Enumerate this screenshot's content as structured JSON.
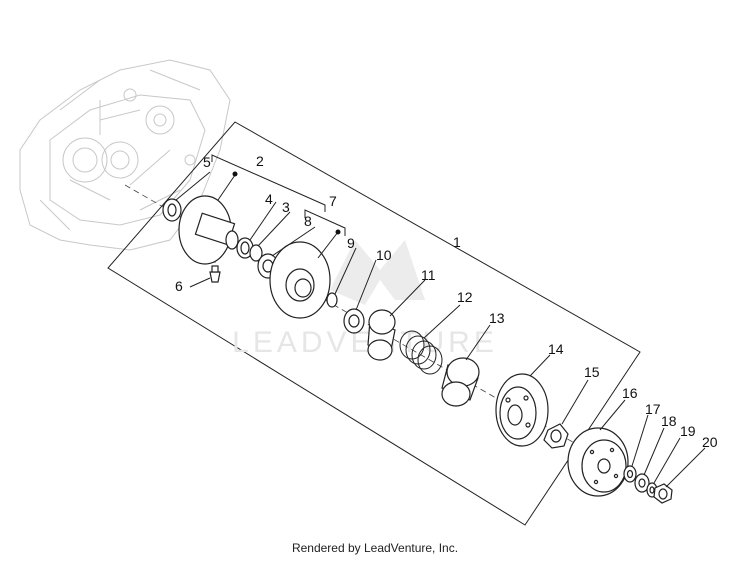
{
  "diagram": {
    "callouts": [
      "1",
      "2",
      "3",
      "4",
      "5",
      "6",
      "7",
      "8",
      "9",
      "10",
      "11",
      "12",
      "13",
      "14",
      "15",
      "16",
      "17",
      "18",
      "19",
      "20"
    ],
    "watermark": "LEADVENTURE",
    "colors": {
      "line": "#222222",
      "ghost": "#c8c8c8",
      "watermark": "#e6e6e6"
    }
  },
  "footer": {
    "text": "Rendered by LeadVenture, Inc."
  }
}
